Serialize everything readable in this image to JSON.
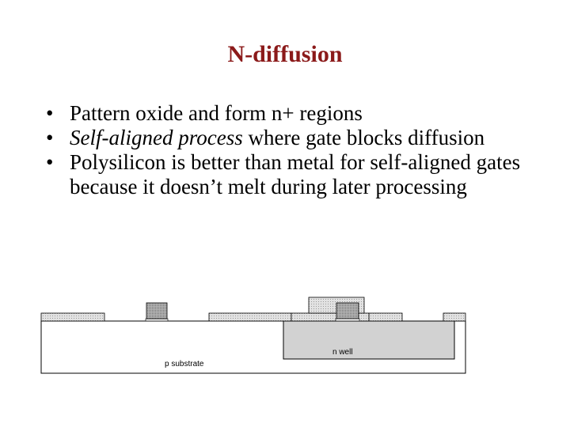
{
  "slide": {
    "title": "N-diffusion",
    "bullets": [
      {
        "text": "Pattern oxide and form n+ regions"
      },
      {
        "emph": "Self-aligned process",
        "rest": " where gate blocks diffusion"
      },
      {
        "text": "Polysilicon is better than metal for self-aligned gates because it doesn’t melt during later processing"
      }
    ]
  },
  "diagram": {
    "labels": {
      "p_substrate": "p substrate",
      "n_well": "n well"
    },
    "colors": {
      "oxide": "#d8d8d8",
      "poly": "#a6a6a6",
      "nwell": "#d0d0d0",
      "substrate": "#ffffff",
      "outline": "#000000"
    }
  }
}
